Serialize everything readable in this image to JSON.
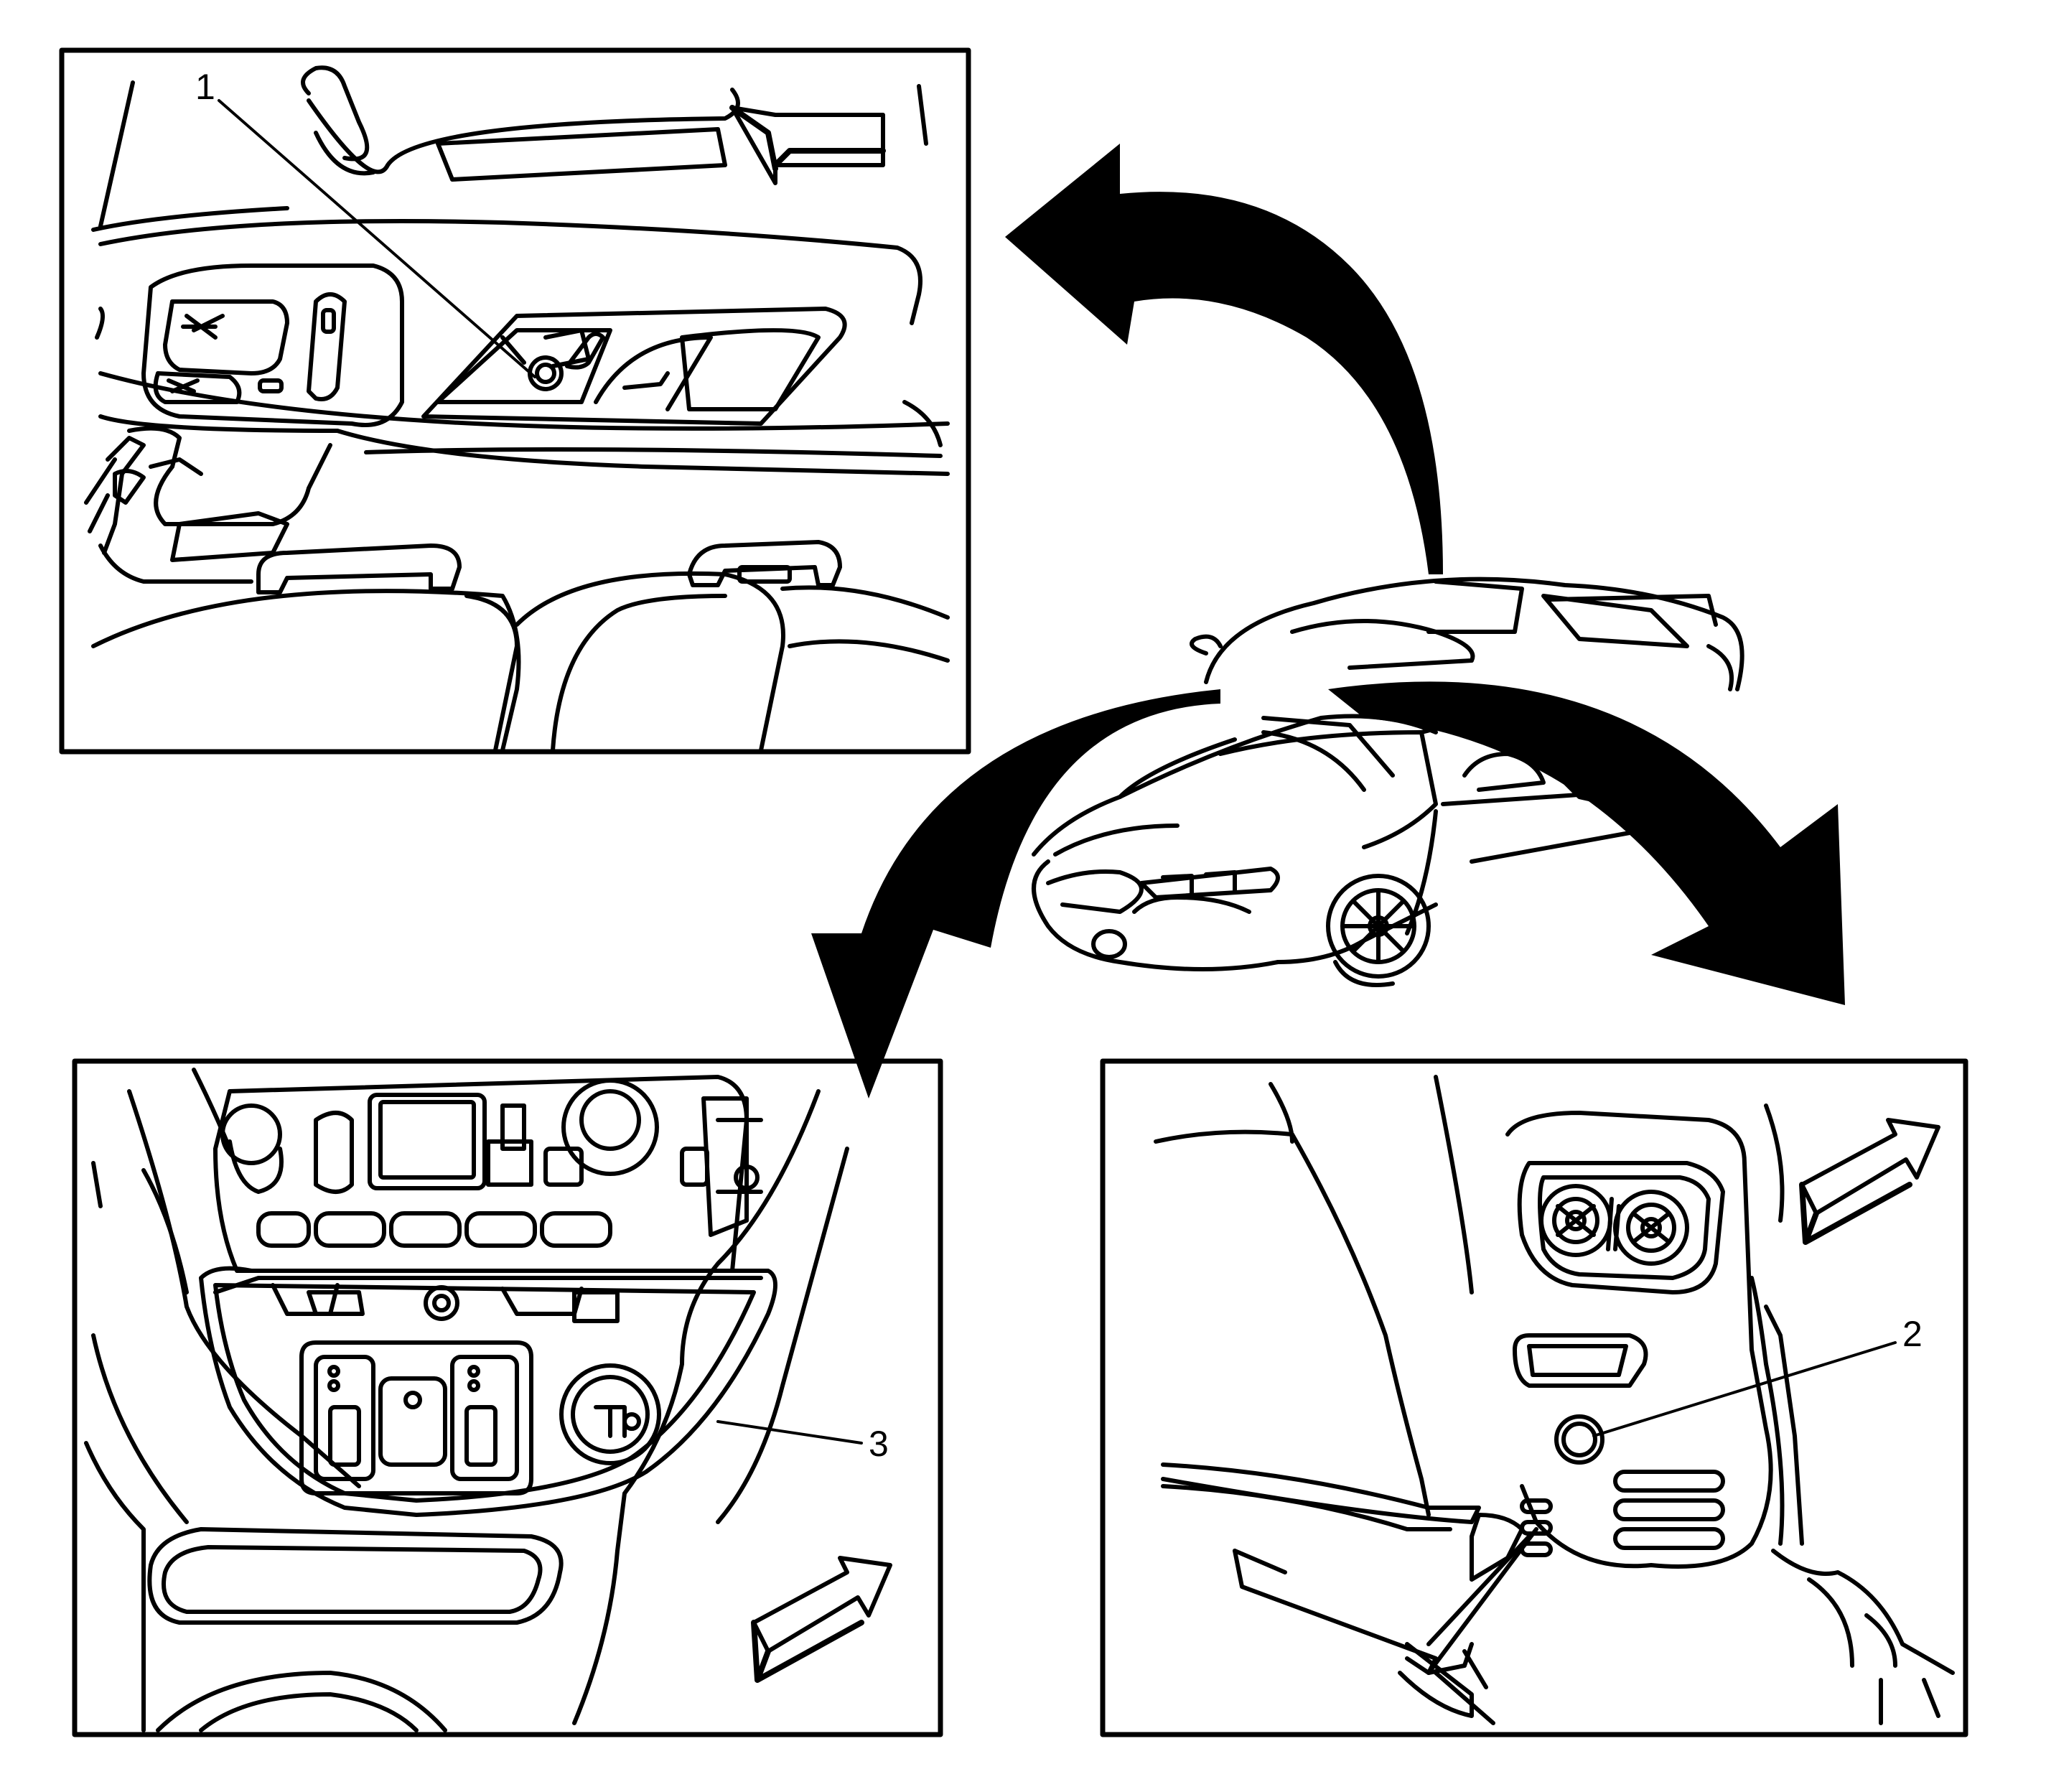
{
  "diagram": {
    "callouts": [
      {
        "id": "1",
        "text": "1"
      },
      {
        "id": "2",
        "text": "2"
      },
      {
        "id": "3",
        "text": "3"
      }
    ],
    "panels": [
      {
        "name": "overhead-console-view"
      },
      {
        "name": "instrument-panel-view"
      },
      {
        "name": "rear-console-view"
      }
    ],
    "colors": {
      "line": "#000000",
      "background": "#ffffff"
    }
  }
}
